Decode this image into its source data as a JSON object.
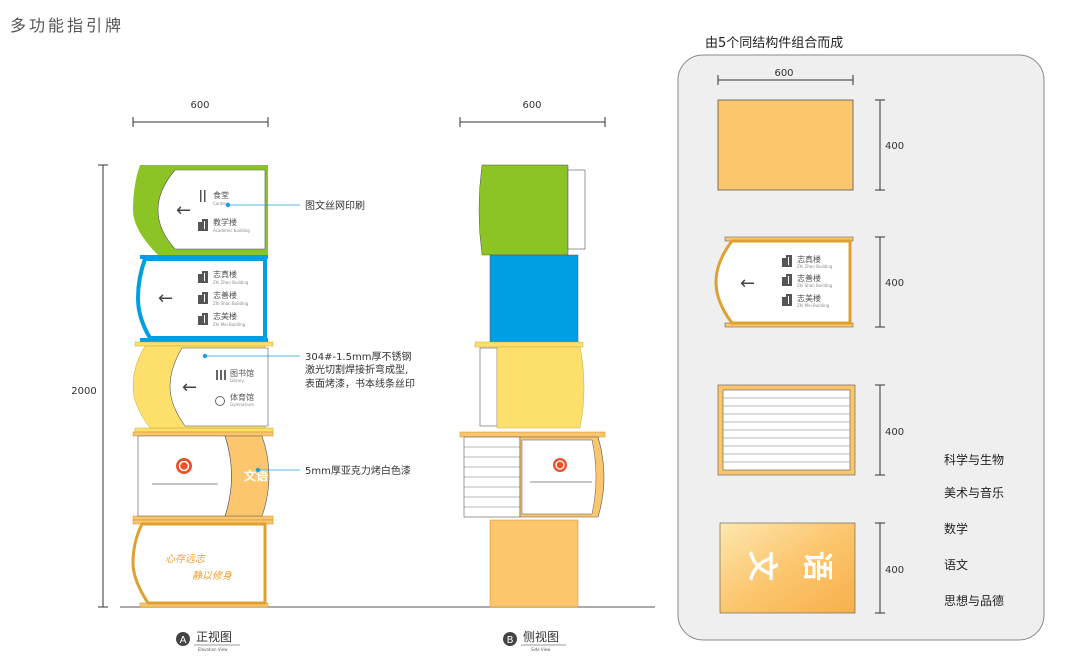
{
  "title": "多功能指引牌",
  "colors": {
    "green": "#8cc425",
    "blue": "#009fe3",
    "yellow": "#fde06b",
    "orange": "#fcc66e",
    "dark_orange": "#e0a030",
    "leader": "#1aa0e0"
  },
  "front_view": {
    "width_dim": "600",
    "height_dim": "2000",
    "module1": {
      "items": [
        {
          "cn": "食堂",
          "en": "Canteen"
        },
        {
          "cn": "教学楼",
          "en": "Academic building"
        }
      ]
    },
    "module2": {
      "items": [
        {
          "cn": "志真楼",
          "en": "Zhi Zhen Building"
        },
        {
          "cn": "志善楼",
          "en": "Zhi Shan Building"
        },
        {
          "cn": "志美楼",
          "en": "Zhi Mei Building"
        }
      ]
    },
    "module3": {
      "items": [
        {
          "cn": "图书馆",
          "en": "Library"
        },
        {
          "cn": "体育馆",
          "en": "Gymnasium"
        }
      ]
    },
    "module4": {
      "side_text": "文语"
    },
    "module5": {
      "motto1": "心存远志",
      "motto2": "静以修身"
    },
    "annotations": [
      "图文丝网印刷",
      "304#-1.5mm厚不锈钢",
      "激光切割焊接折弯成型,",
      "表面烤漆，书本线条丝印",
      "5mm厚亚克力烤白色漆"
    ],
    "label": {
      "letter": "A",
      "cn": "正视图",
      "en": "Elevation View"
    }
  },
  "side_view": {
    "width_dim": "600",
    "label": {
      "letter": "B",
      "cn": "侧视图",
      "en": "Side View"
    }
  },
  "components": {
    "title": "由5个同结构件组合而成",
    "width_dim": "600",
    "height_dims": [
      "400",
      "400",
      "400",
      "400"
    ],
    "module2_items": [
      {
        "cn": "志真楼",
        "en": "Zhi Zhen Building"
      },
      {
        "cn": "志善楼",
        "en": "Zhi Shan Building"
      },
      {
        "cn": "志美楼",
        "en": "Zhi Mei Building"
      }
    ],
    "module4_text": [
      "文",
      "语"
    ],
    "subjects": [
      "科学与生物",
      "美术与音乐",
      "数学",
      "语文",
      "思想与品德"
    ]
  }
}
